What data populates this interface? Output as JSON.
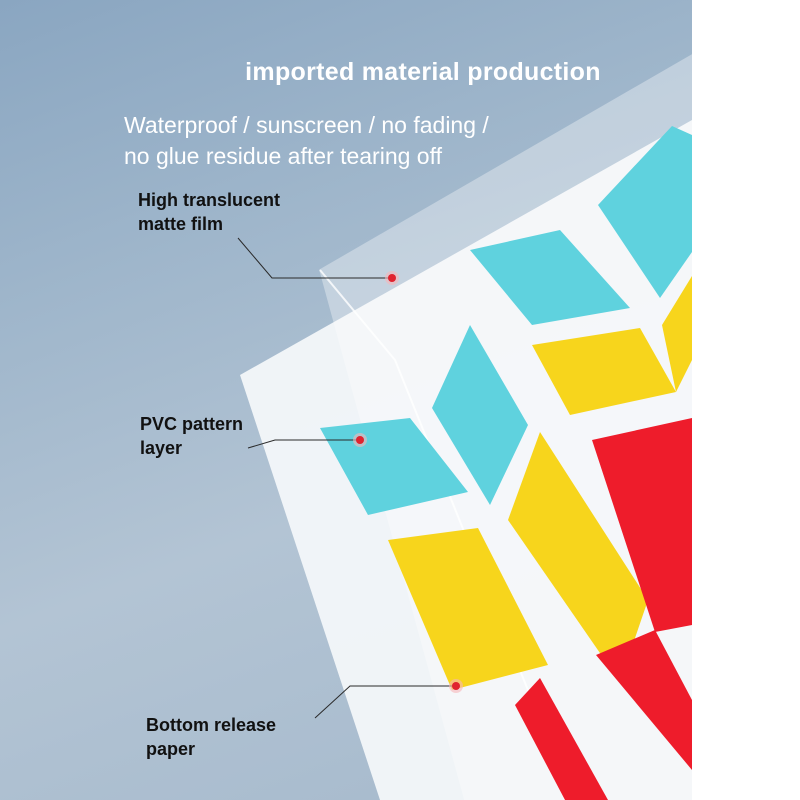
{
  "heading": "imported material production",
  "subheading": {
    "line1": "Waterproof / sunscreen / no fading /",
    "line2": "no glue residue after tearing off"
  },
  "labels": {
    "film": {
      "line1": "High translucent",
      "line2": "matte film"
    },
    "pvc": {
      "line1": "PVC pattern",
      "line2": "layer"
    },
    "release": {
      "line1": "Bottom release",
      "line2": "paper"
    }
  },
  "colors": {
    "background": "#9fb6cb",
    "cyan": "#5fd2de",
    "yellow": "#f7d51c",
    "red": "#ee1c2b",
    "marker": "#e0232f"
  }
}
